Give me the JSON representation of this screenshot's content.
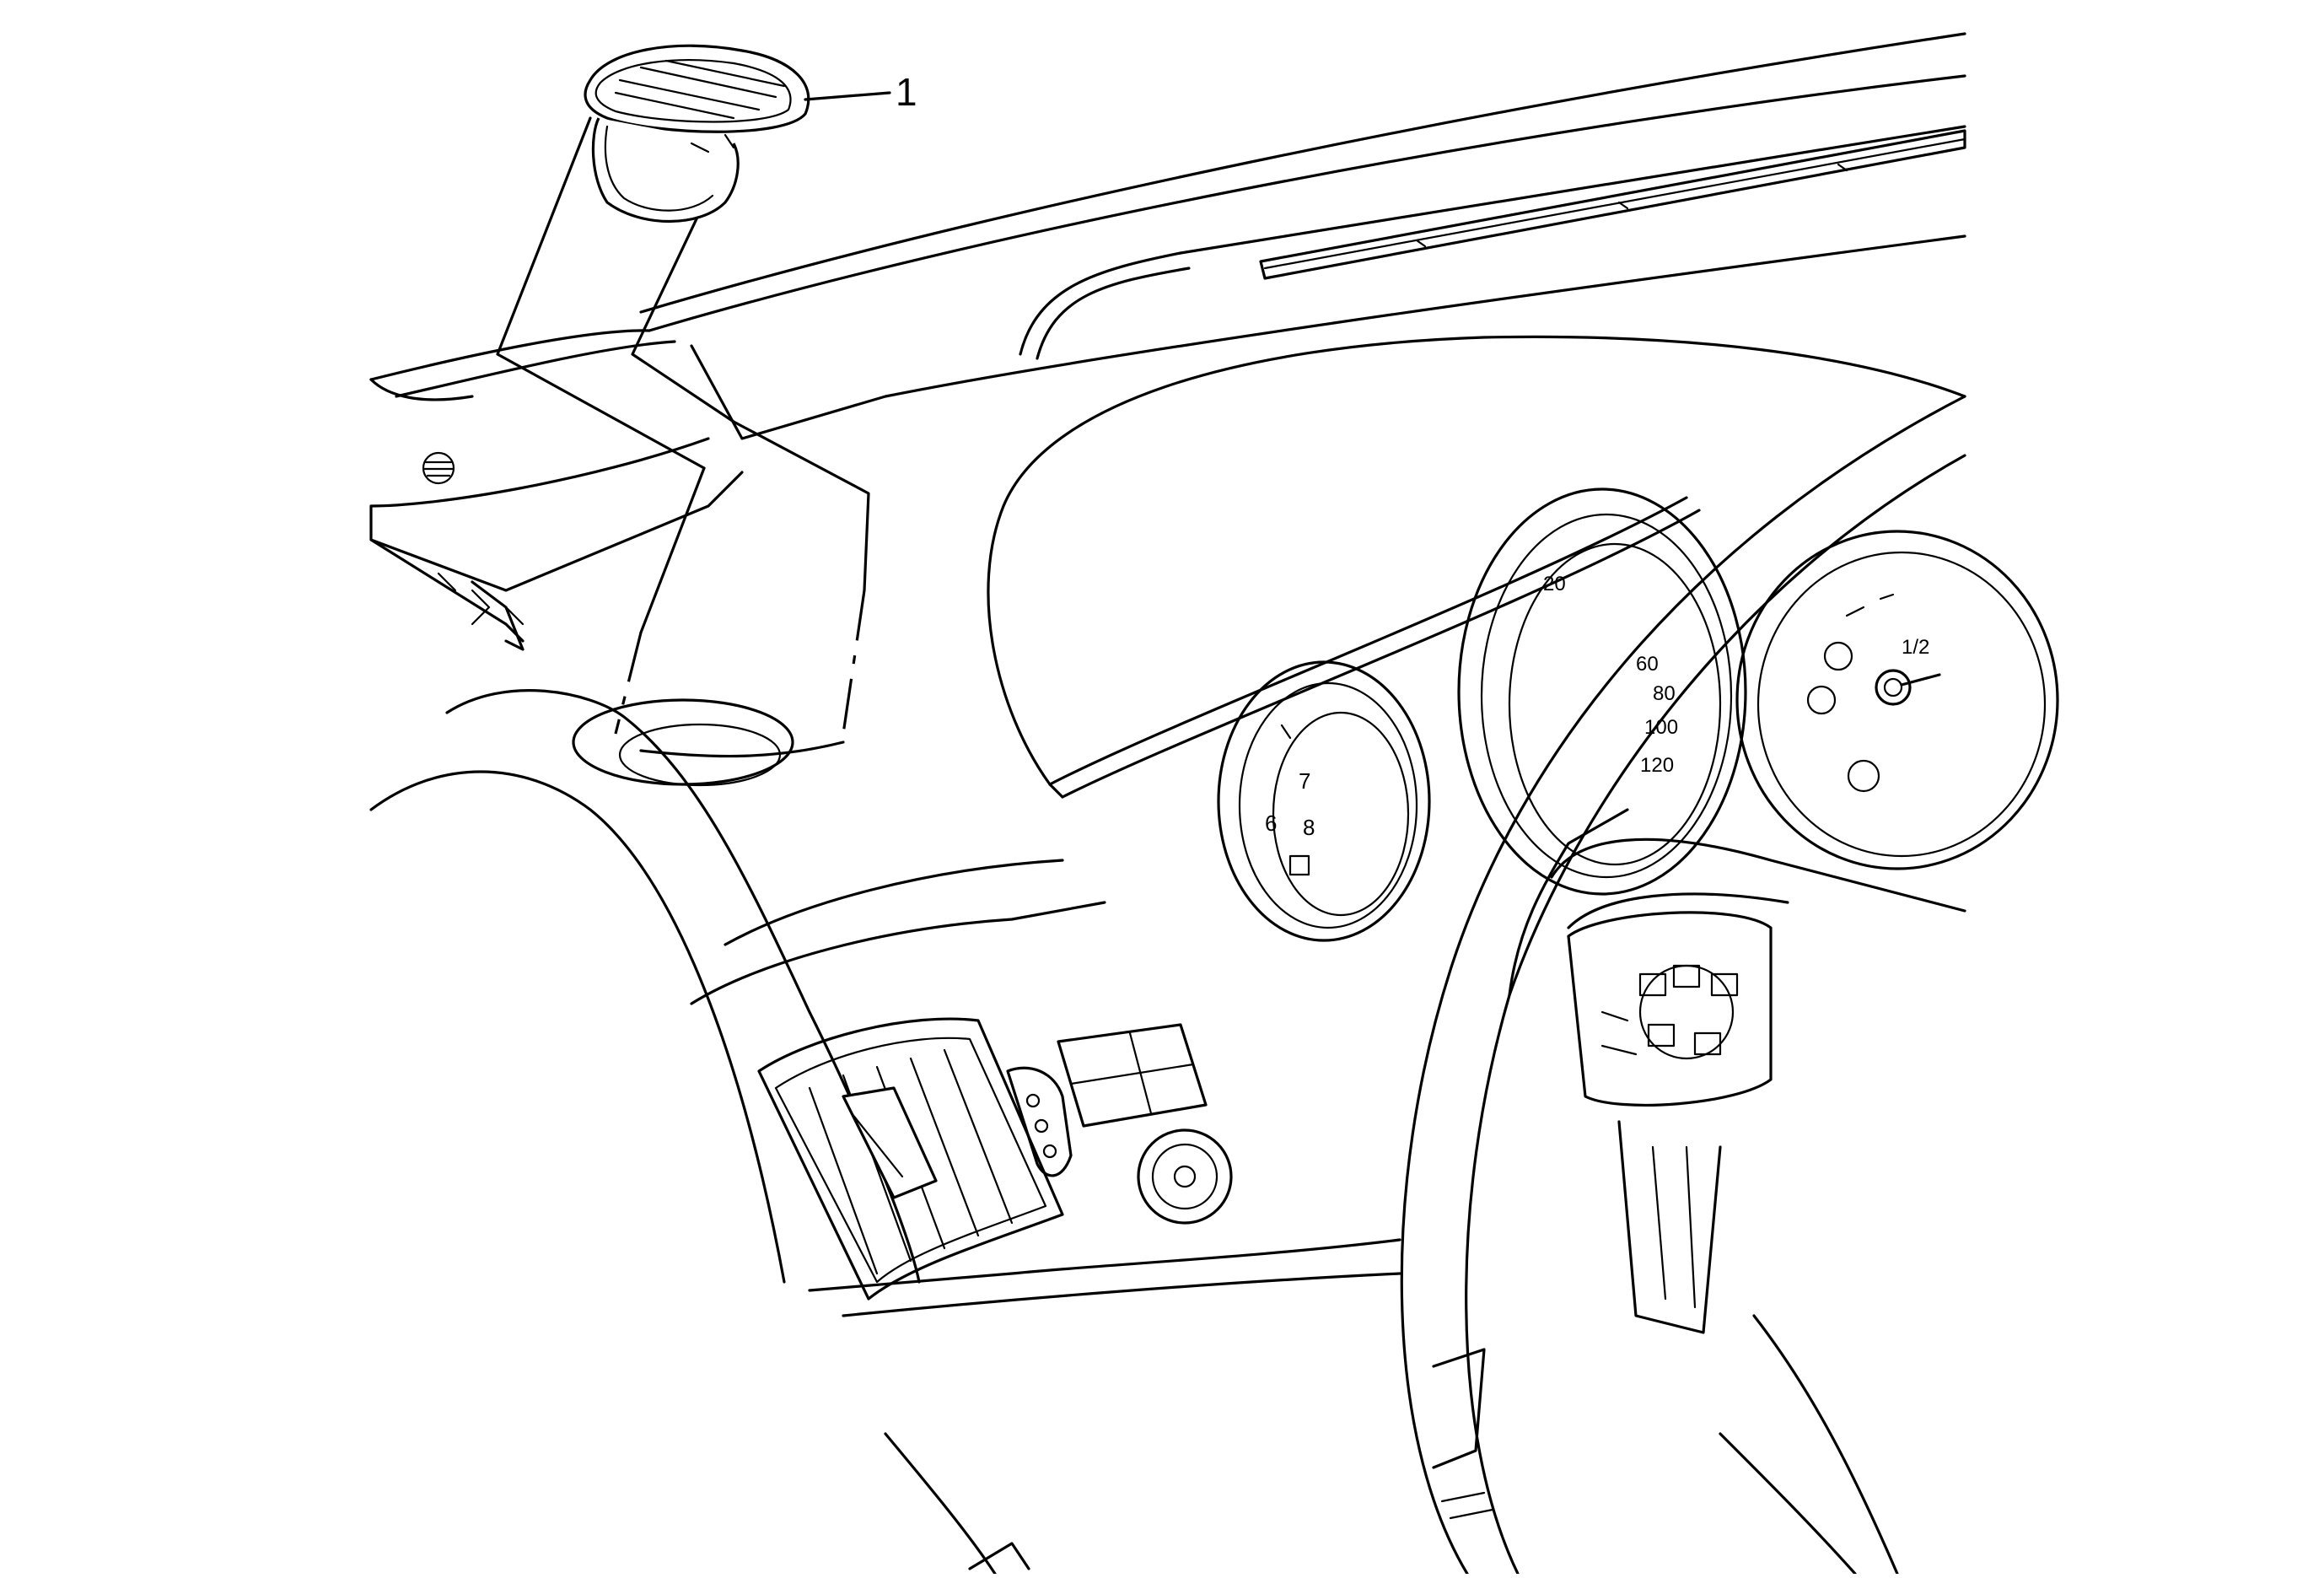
{
  "callouts": [
    {
      "number": "1"
    }
  ],
  "gauges": {
    "left_gauge_numbers": [
      "6",
      "7",
      "8"
    ],
    "center_gauge_numbers": [
      "20",
      "60",
      "80",
      "100",
      "120"
    ],
    "right_gauge_fraction": "1/2"
  }
}
